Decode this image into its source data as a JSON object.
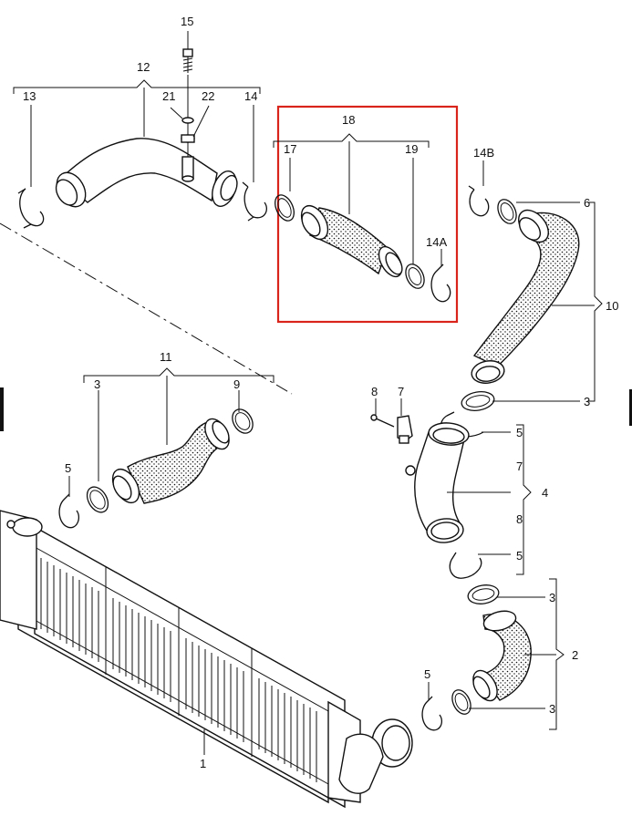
{
  "diagram": {
    "highlight_color": "#d9241c",
    "line_color": "#111111",
    "labels": {
      "p15": "15",
      "p12": "12",
      "p13": "13",
      "p21": "21",
      "p22": "22",
      "p14": "14",
      "p18": "18",
      "p17": "17",
      "p19": "19",
      "p14B": "14B",
      "p14A": "14A",
      "p6": "6",
      "p10": "10",
      "p11": "11",
      "p3a": "3",
      "p9": "9",
      "p3b": "3",
      "p8": "8",
      "p7a": "7",
      "p5a": "5",
      "p7b": "7",
      "p5b": "5",
      "p4": "4",
      "p8b": "8",
      "p5c": "5",
      "p3c": "3",
      "p2": "2",
      "p5d": "5",
      "p3d": "3",
      "p1": "1"
    }
  }
}
